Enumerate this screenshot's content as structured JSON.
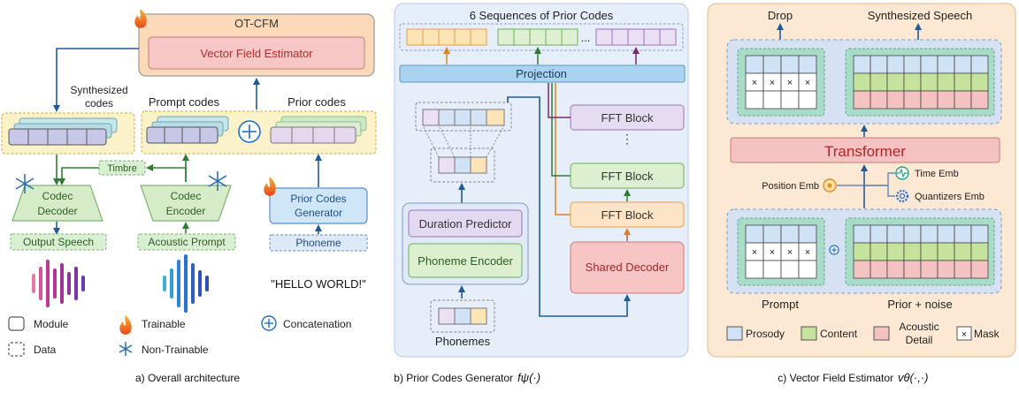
{
  "panel_a": {
    "caption": "a) Overall architecture",
    "otcfm_title": "OT-CFM",
    "vector_field_estimator": "Vector Field Estimator",
    "synth_codes_line1": "Synthesized",
    "synth_codes_line2": "codes",
    "prompt_codes": "Prompt codes",
    "prior_codes": "Prior codes",
    "timbre": "Timbre",
    "codec_decoder_line1": "Codec",
    "codec_decoder_line2": "Decoder",
    "codec_encoder_line1": "Codec",
    "codec_encoder_line2": "Encoder",
    "prior_gen_line1": "Prior Codes",
    "prior_gen_line2": "Generator",
    "output_speech": "Output Speech",
    "acoustic_prompt": "Acoustic Prompt",
    "phoneme": "Phoneme",
    "hello": "\"HELLO WORLD!\"",
    "legend": {
      "module": "Module",
      "data": "Data",
      "trainable": "Trainable",
      "non_trainable": "Non-Trainable",
      "concatenation": "Concatenation"
    }
  },
  "panel_b": {
    "caption_text": "b) Prior Codes Generator",
    "caption_math": "fψ(·)",
    "seq_title": "6 Sequences of Prior Codes",
    "ellipsis": "...",
    "projection": "Projection",
    "fft_block": "FFT Block",
    "vdots": "⋮",
    "duration_predictor": "Duration Predictor",
    "phoneme_encoder": "Phoneme Encoder",
    "shared_decoder": "Shared Decoder",
    "phonemes": "Phonemes"
  },
  "panel_c": {
    "caption_text": "c) Vector Field Estimator",
    "caption_math": "vθ(·,·)",
    "drop": "Drop",
    "synth_speech": "Synthesized Speech",
    "transformer": "Transformer",
    "time_emb": "Time Emb",
    "position_emb": "Position Emb",
    "quantizers_emb": "Quantizers Emb",
    "prompt": "Prompt",
    "prior_noise": "Prior + noise",
    "mask_symbol": "×",
    "legend": {
      "prosody": "Prosody",
      "content": "Content",
      "acoustic_line1": "Acoustic",
      "acoustic_line2": "Detail",
      "mask": "Mask"
    }
  },
  "colors": {
    "prosody": "#cfe2f6",
    "content": "#c5e39a",
    "acoustic": "#f5c2c2",
    "arrow": "#1f5a99",
    "panel_a_bg": "#fdf0dc",
    "panel_b_bg": "#e6eefa",
    "panel_c_bg": "#fde9d3"
  }
}
